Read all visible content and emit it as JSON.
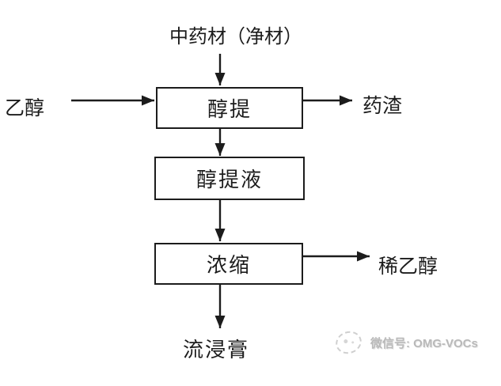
{
  "diagram": {
    "title_hint": "alcohol-extraction-process-flowchart",
    "source_label": "中药材（净材）",
    "input_label": "乙醇",
    "nodes": [
      {
        "id": "alcohol-extraction",
        "label": "醇提"
      },
      {
        "id": "alcohol-extract-liquid",
        "label": "醇提液"
      },
      {
        "id": "concentration",
        "label": "浓缩"
      }
    ],
    "byproducts": {
      "residue": "药渣",
      "dilute_ethanol": "稀乙醇"
    },
    "product_label": "流浸膏",
    "colors": {
      "line": "#1c1c1c",
      "background": "#ffffff",
      "watermark": "#b9b9b9"
    }
  },
  "watermark": {
    "icon": "dashed-circle-logo",
    "text": "微信号: OMG-VOCs"
  }
}
